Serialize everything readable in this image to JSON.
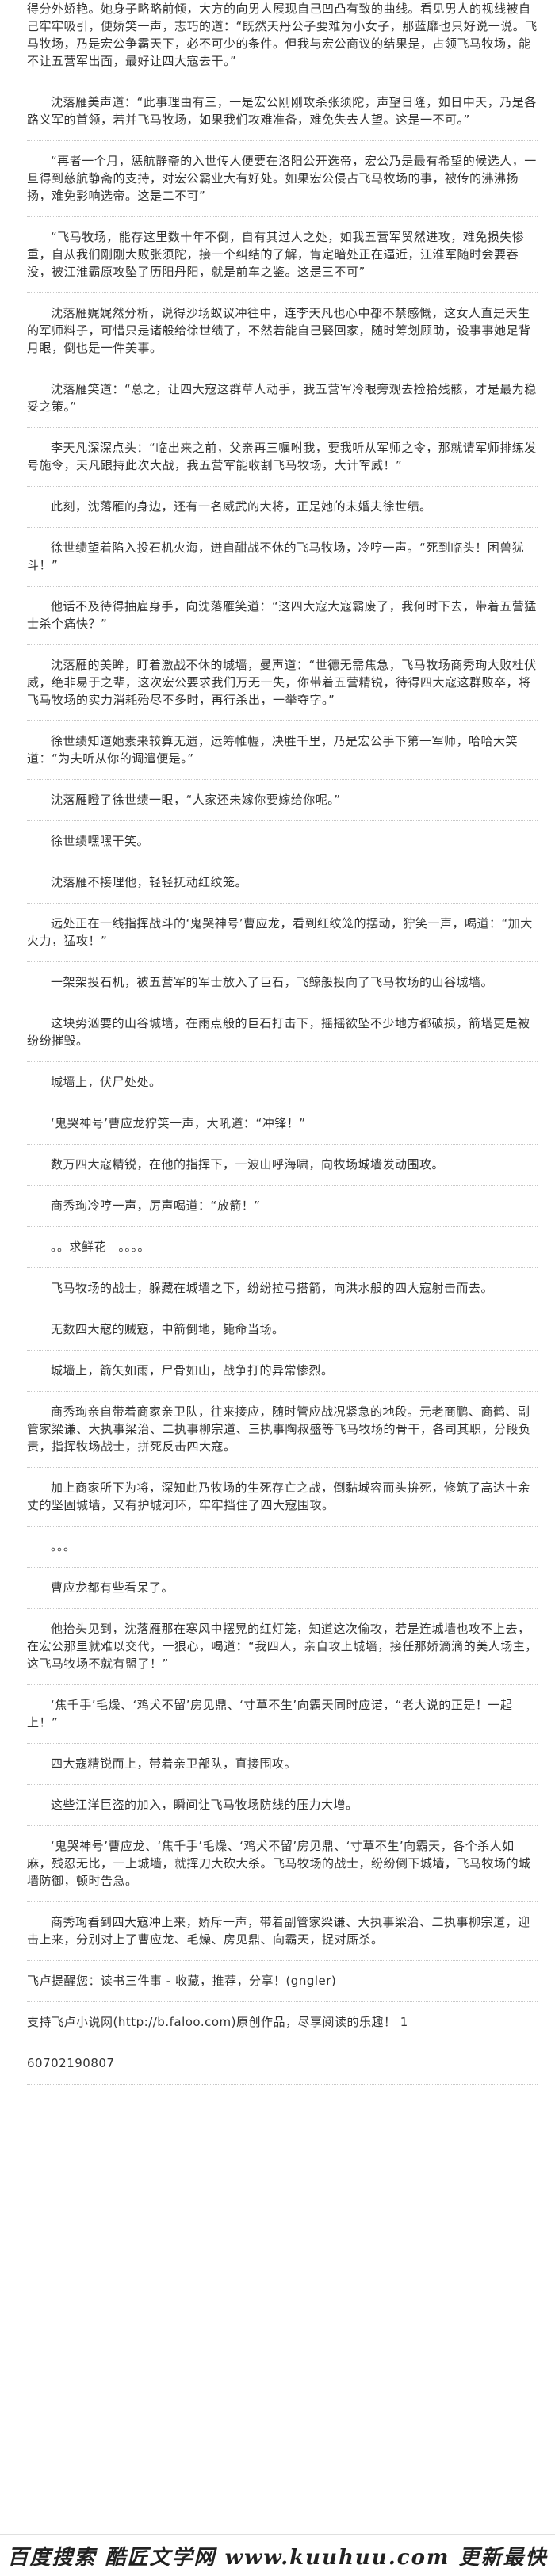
{
  "paragraphs": [
    "得分外娇艳。她身子略略前倾，大方的向男人展现自己凹凸有致的曲线。看见男人的视线被自己牢牢吸引，便娇笑一声，志巧的道：“既然天丹公子要难为小女子，那蓝靡也只好说一说。飞马牧场，乃是宏公争霸天下，必不可少的条件。但我与宏公商议的结果是，占领飞马牧场，能不让五营军出面，最好让四大寇去干。”",
    "沈落雁美声道：“此事理由有三，一是宏公刚刚攻杀张须陀，声望日隆，如日中天，乃是各路义军的首领，若并飞马牧场，如果我们攻难准备，难免失去人望。这是一不可。”",
    "“再者一个月，惩航静斋的入世传人便要在洛阳公开选帝，宏公乃是最有希望的候选人，一旦得到慈航静斋的支持，对宏公霸业大有好处。如果宏公侵占飞马牧场的事，被传的沸沸扬扬，难免影响选帝。这是二不可”",
    "“飞马牧场，能存这里数十年不倒，自有其过人之处，如我五营军贸然进攻，难免损失惨重，自从我们刚刚大败张须陀，接一个纠结的了解，肯定暗处正在逼近，江淮军随时会要吞没，被江淮霸原攻坠了历阳丹阳，就是前车之鉴。这是三不可”",
    "沈落雁娓娓然分析，说得沙场蚁议冲往中，连李天凡也心中都不禁感慨，这女人直是天生的军师料子，可惜只是诸般给徐世绩了，不然若能自己娶回家，随时筹划顾助，设事事她足背月眼，倒也是一件美事。",
    "沈落雁笑道：“总之，让四大寇这群草人动手，我五营军冷眼旁观去捡拾残骸，才是最为稳妥之策。”",
    "李天凡深深点头：“临出来之前，父亲再三嘱咐我，要我听从军师之令，那就请军师排练发号施令，天凡跟持此次大战，我五营军能收割飞马牧场，大计军威！”",
    "此刻，沈落雁的身边，还有一名威武的大将，正是她的未婚夫徐世绩。",
    "徐世绩望着陷入投石机火海，迸自酣战不休的飞马牧场，冷哼一声。“死到临头！困兽犹斗！”",
    "他话不及待得抽雇身手，向沈落雁笑道：“这四大寇大寇霸废了，我何时下去，带着五营猛士杀个痛快？”",
    "沈落雁的美眸，盯着激战不休的城墙，曼声道：“世德无需焦急，飞马牧场商秀珣大败杜伏威，绝非易于之辈，这次宏公要求我们万无一失，你带着五营精锐，待得四大寇这群败卒，将飞马牧场的实力消耗殆尽不多时，再行杀出，一举夺字。”",
    "徐世绩知道她素来较算无遗，运筹帷幄，决胜千里，乃是宏公手下第一军师，哈哈大笑道：“为夫听从你的调遣便是。”",
    "沈落雁瞪了徐世绩一眼，“人家还未嫁你要嫁给你呢。”",
    "徐世绩嘿嘿干笑。",
    "沈落雁不接理他，轻轻抚动红纹笼。",
    "远处正在一线指挥战斗的‘鬼哭神号’曹应龙，看到红纹笼的摆动，狞笑一声，喝道：“加大火力，猛攻！”",
    "一架架投石机，被五营军的军士放入了巨石，飞鲸般投向了飞马牧场的山谷城墙。",
    "这块势汹要的山谷城墙，在雨点般的巨石打击下，摇摇欲坠不少地方都破损，箭塔更是被纷纷摧毁。",
    "城墙上，伏尸处处。",
    "‘鬼哭神号’曹应龙狞笑一声，大吼道：“冲锋！”",
    "数万四大寇精锐，在他的指挥下，一波山呼海啸，向牧场城墙发动围攻。",
    "商秀珣冷哼一声，厉声喝道：“放箭！”",
    "。。求鲜花　。。。。",
    "飞马牧场的战士，躲藏在城墙之下，纷纷拉弓搭箭，向洪水般的四大寇射击而去。",
    "无数四大寇的贼寇，中箭倒地，毙命当场。",
    "城墙上，箭矢如雨，尸骨如山，战争打的异常惨烈。",
    "商秀珣亲自带着商家亲卫队，往来接应，随时管应战况紧急的地段。元老商鹏、商鹤、副管家梁谦、大执事梁治、二执事柳宗道、三执事陶叔盛等飞马牧场的骨干，各司其职，分段负责，指挥牧场战士，拼死反击四大寇。",
    "加上商家所下为将，深知此乃牧场的生死存亡之战，倒黏城容而头拚死，修筑了高达十余丈的坚固城墙，又有护城河环，牢牢挡住了四大寇围攻。",
    "。。。",
    "曹应龙都有些看呆了。",
    "他抬头见到，沈落雁那在寒风中摆晃的红灯笼，知道这次偷攻，若是连城墙也攻不上去，在宏公那里就难以交代，一狠心，喝道：“我四人，亲自攻上城墙，接任那娇滴滴的美人场主，这飞马牧场不就有盟了！”",
    "‘焦千手’毛燥、‘鸡犬不留’房见鼎、‘寸草不生’向霸天同时应诺，“老大说的正是！一起上！”",
    "四大寇精锐而上，带着亲卫部队，直接围攻。",
    "这些江洋巨盗的加入，瞬间让飞马牧场防线的压力大增。",
    "‘鬼哭神号’曹应龙、‘焦千手’毛燥、‘鸡犬不留’房见鼎、‘寸草不生’向霸天，各个杀人如麻，残忍无比，一上城墙，就挥刀大砍大杀。飞马牧场的战士，纷纷倒下城墙，飞马牧场的城墙防御，顿时告急。",
    "商秀珣看到四大寇冲上来，娇斥一声，带着副管家梁谦、大执事梁治、二执事柳宗道，迎击上来，分别对上了曹应龙、毛燥、房见鼎、向霸天，捉对厮杀。",
    "飞卢提醒您：读书三件事 - 收藏，推荐，分享！(gngler)",
    "支持飞卢小说网(http://b.faloo.com)原创作品，尽享阅读的乐趣！ 1",
    "60702190807"
  ],
  "footer": {
    "text": "百度搜索 酷匠文学网 www.kuuhuu.com 更新最快"
  }
}
